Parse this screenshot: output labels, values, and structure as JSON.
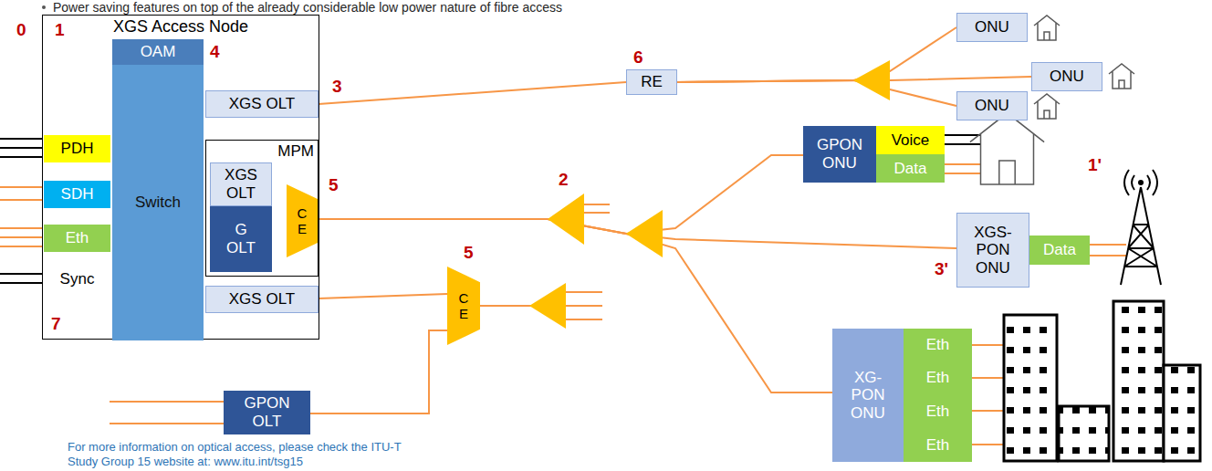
{
  "diagram": {
    "nodes": [
      {
        "text": [
          "XGS Access Node"
        ]
      },
      {
        "text": [
          "OAM"
        ],
        "in": 0
      },
      {
        "text": [
          "Switch"
        ],
        "in": 0
      },
      {
        "text": [
          "PDH"
        ],
        "in": 0
      },
      {
        "text": [
          "SDH"
        ],
        "in": 0
      },
      {
        "text": [
          "Eth"
        ],
        "in": 0
      },
      {
        "text": [
          "Sync"
        ],
        "in": 0
      },
      {
        "text": [
          "XGS OLT"
        ],
        "in": 0
      },
      {
        "text": [
          "MPM"
        ],
        "in": 0
      },
      {
        "text": [
          "XGS OLT"
        ],
        "in": 8
      },
      {
        "text": [
          "G OLT"
        ],
        "in": 8
      },
      {
        "text": [
          "C E"
        ],
        "in": 8
      },
      {
        "text": [
          "XGS OLT"
        ],
        "in": 0
      },
      {
        "text": [
          "RE"
        ]
      },
      {
        "text": [
          "ONU"
        ]
      },
      {
        "text": [
          "ONU"
        ]
      },
      {
        "text": [
          "ONU"
        ]
      },
      {
        "text": [
          "GPON ONU"
        ]
      },
      {
        "text": [
          "Voice"
        ]
      },
      {
        "text": [
          "Data"
        ]
      },
      {
        "text": [
          "XGS- PON ONU"
        ]
      },
      {
        "text": [
          "Data"
        ]
      },
      {
        "text": [
          "C E"
        ]
      },
      {
        "text": [
          "GPON OLT"
        ]
      },
      {
        "text": [
          "XG- PON ONU"
        ]
      },
      {
        "text": [
          "Eth"
        ]
      },
      {
        "text": [
          "Eth"
        ]
      },
      {
        "text": [
          "Eth"
        ]
      },
      {
        "text": [
          "Eth"
        ]
      }
    ],
    "edges": [
      {
        "from": 7,
        "to": 13,
        "arrow": "none"
      },
      {
        "from": 13,
        "to": 14,
        "arrow": "none"
      },
      {
        "from": 13,
        "to": 15,
        "arrow": "none"
      },
      {
        "from": 13,
        "to": 16,
        "arrow": "none"
      },
      {
        "from": 9,
        "to": 11,
        "arrow": "none"
      },
      {
        "from": 10,
        "to": 11,
        "arrow": "none"
      },
      {
        "from": 11,
        "to": 17,
        "arrow": "none"
      },
      {
        "from": 11,
        "to": 20,
        "arrow": "none"
      },
      {
        "from": 11,
        "to": 24,
        "arrow": "none"
      },
      {
        "from": 12,
        "to": 22,
        "arrow": "none"
      },
      {
        "from": 23,
        "to": 22,
        "arrow": "none"
      }
    ],
    "labels": [
      "Power saving features on top of the already considerable low power nature of fibre access",
      "0",
      "1",
      "4",
      "3",
      "5",
      "2",
      "6",
      "5",
      "7",
      "1'",
      "3'",
      "For more information on optical access, please check the ITU-T Study Group 15 website at: www.itu.int/tsg15"
    ]
  }
}
